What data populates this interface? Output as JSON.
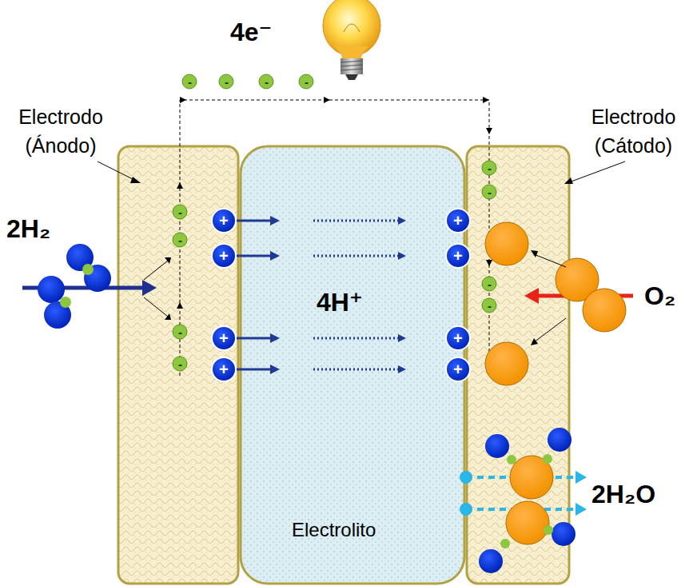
{
  "diagram": {
    "nodes": [
      {
        "text": [
          "4H⁺",
          "Electrolito"
        ]
      }
    ],
    "labels": [
      "4e⁻",
      "Electrodo (Ánodo)",
      "Electrodo (Cátodo)",
      "2H₂",
      "O₂",
      "2H₂O",
      "-",
      "-",
      "-",
      "-",
      "-",
      "-",
      "-",
      "-",
      "-",
      "-",
      "-",
      "-",
      "+",
      "+",
      "+",
      "+",
      "+",
      "+",
      "+",
      "+"
    ]
  }
}
